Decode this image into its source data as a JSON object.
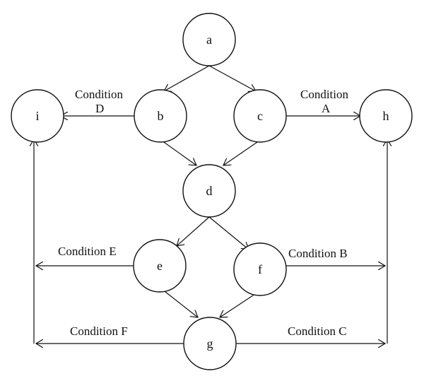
{
  "diagram": {
    "nodes": {
      "a": "a",
      "b": "b",
      "c": "c",
      "d": "d",
      "e": "e",
      "f": "f",
      "g": "g",
      "h": "h",
      "i": "i"
    },
    "labels": {
      "conditionA_line1": "Condition",
      "conditionA_line2": "A",
      "conditionD_line1": "Condition",
      "conditionD_line2": "D",
      "conditionE": "Condition E",
      "conditionB": "Condition B",
      "conditionF": "Condition F",
      "conditionC": "Condition C"
    }
  }
}
